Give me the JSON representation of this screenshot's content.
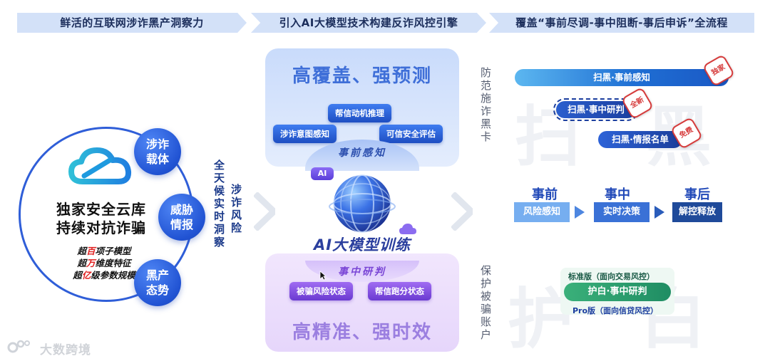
{
  "headers": [
    "鲜活的互联网涉诈黑产洞察力",
    "引入AI大模型技术构建反诈风控引擎",
    "覆盖“事前尽调-事中阻断-事后申诉”全流程"
  ],
  "left": {
    "bubbles": [
      "涉诈\n载体",
      "威胁\n情报",
      "黑产\n态势"
    ],
    "main_line1": "独家安全云库",
    "main_line2": "持续对抗诈骗",
    "features": [
      {
        "pre": "超",
        "hl": "百",
        "post": "项子模型"
      },
      {
        "pre": "超",
        "hl": "万",
        "post": "维度特征"
      },
      {
        "pre": "超",
        "hl": "亿",
        "post": "级参数规模"
      }
    ],
    "vertical_1": "全天候实时洞察",
    "vertical_2": "涉诈风险"
  },
  "middle": {
    "top_title": "高覆盖、强预测",
    "top_pills": [
      "帮信动机推理",
      "涉诈意图感知",
      "可信安全评估"
    ],
    "top_arc": "事前感知",
    "ai_badge": "AI",
    "training": "AI大模型训练",
    "bottom_arc": "事中研判",
    "bottom_pills": [
      "被骗风险状态",
      "帮信跑分状态"
    ],
    "bottom_title": "高精准、强时效"
  },
  "right": {
    "vertical_top": "防范施诈黑卡",
    "vertical_bottom": "保护被骗账户",
    "watermarks": [
      "扫",
      "黑",
      "护",
      "白"
    ],
    "sweep_bars": [
      "扫黑·事前感知",
      "扫黑·事中研判",
      "扫黑·情报名单"
    ],
    "stamps": [
      "独家",
      "全新",
      "免费"
    ],
    "stages": [
      {
        "title": "事前",
        "box": "风险感知"
      },
      {
        "title": "事中",
        "box": "实时决策"
      },
      {
        "title": "事后",
        "box": "解控释放"
      }
    ],
    "white_top_label": "标准版（面向交易风控）",
    "white_pill": "护白·事中研判",
    "white_bottom_label": "Pro版（面向信贷风控）"
  },
  "logo_text": "大数跨境"
}
